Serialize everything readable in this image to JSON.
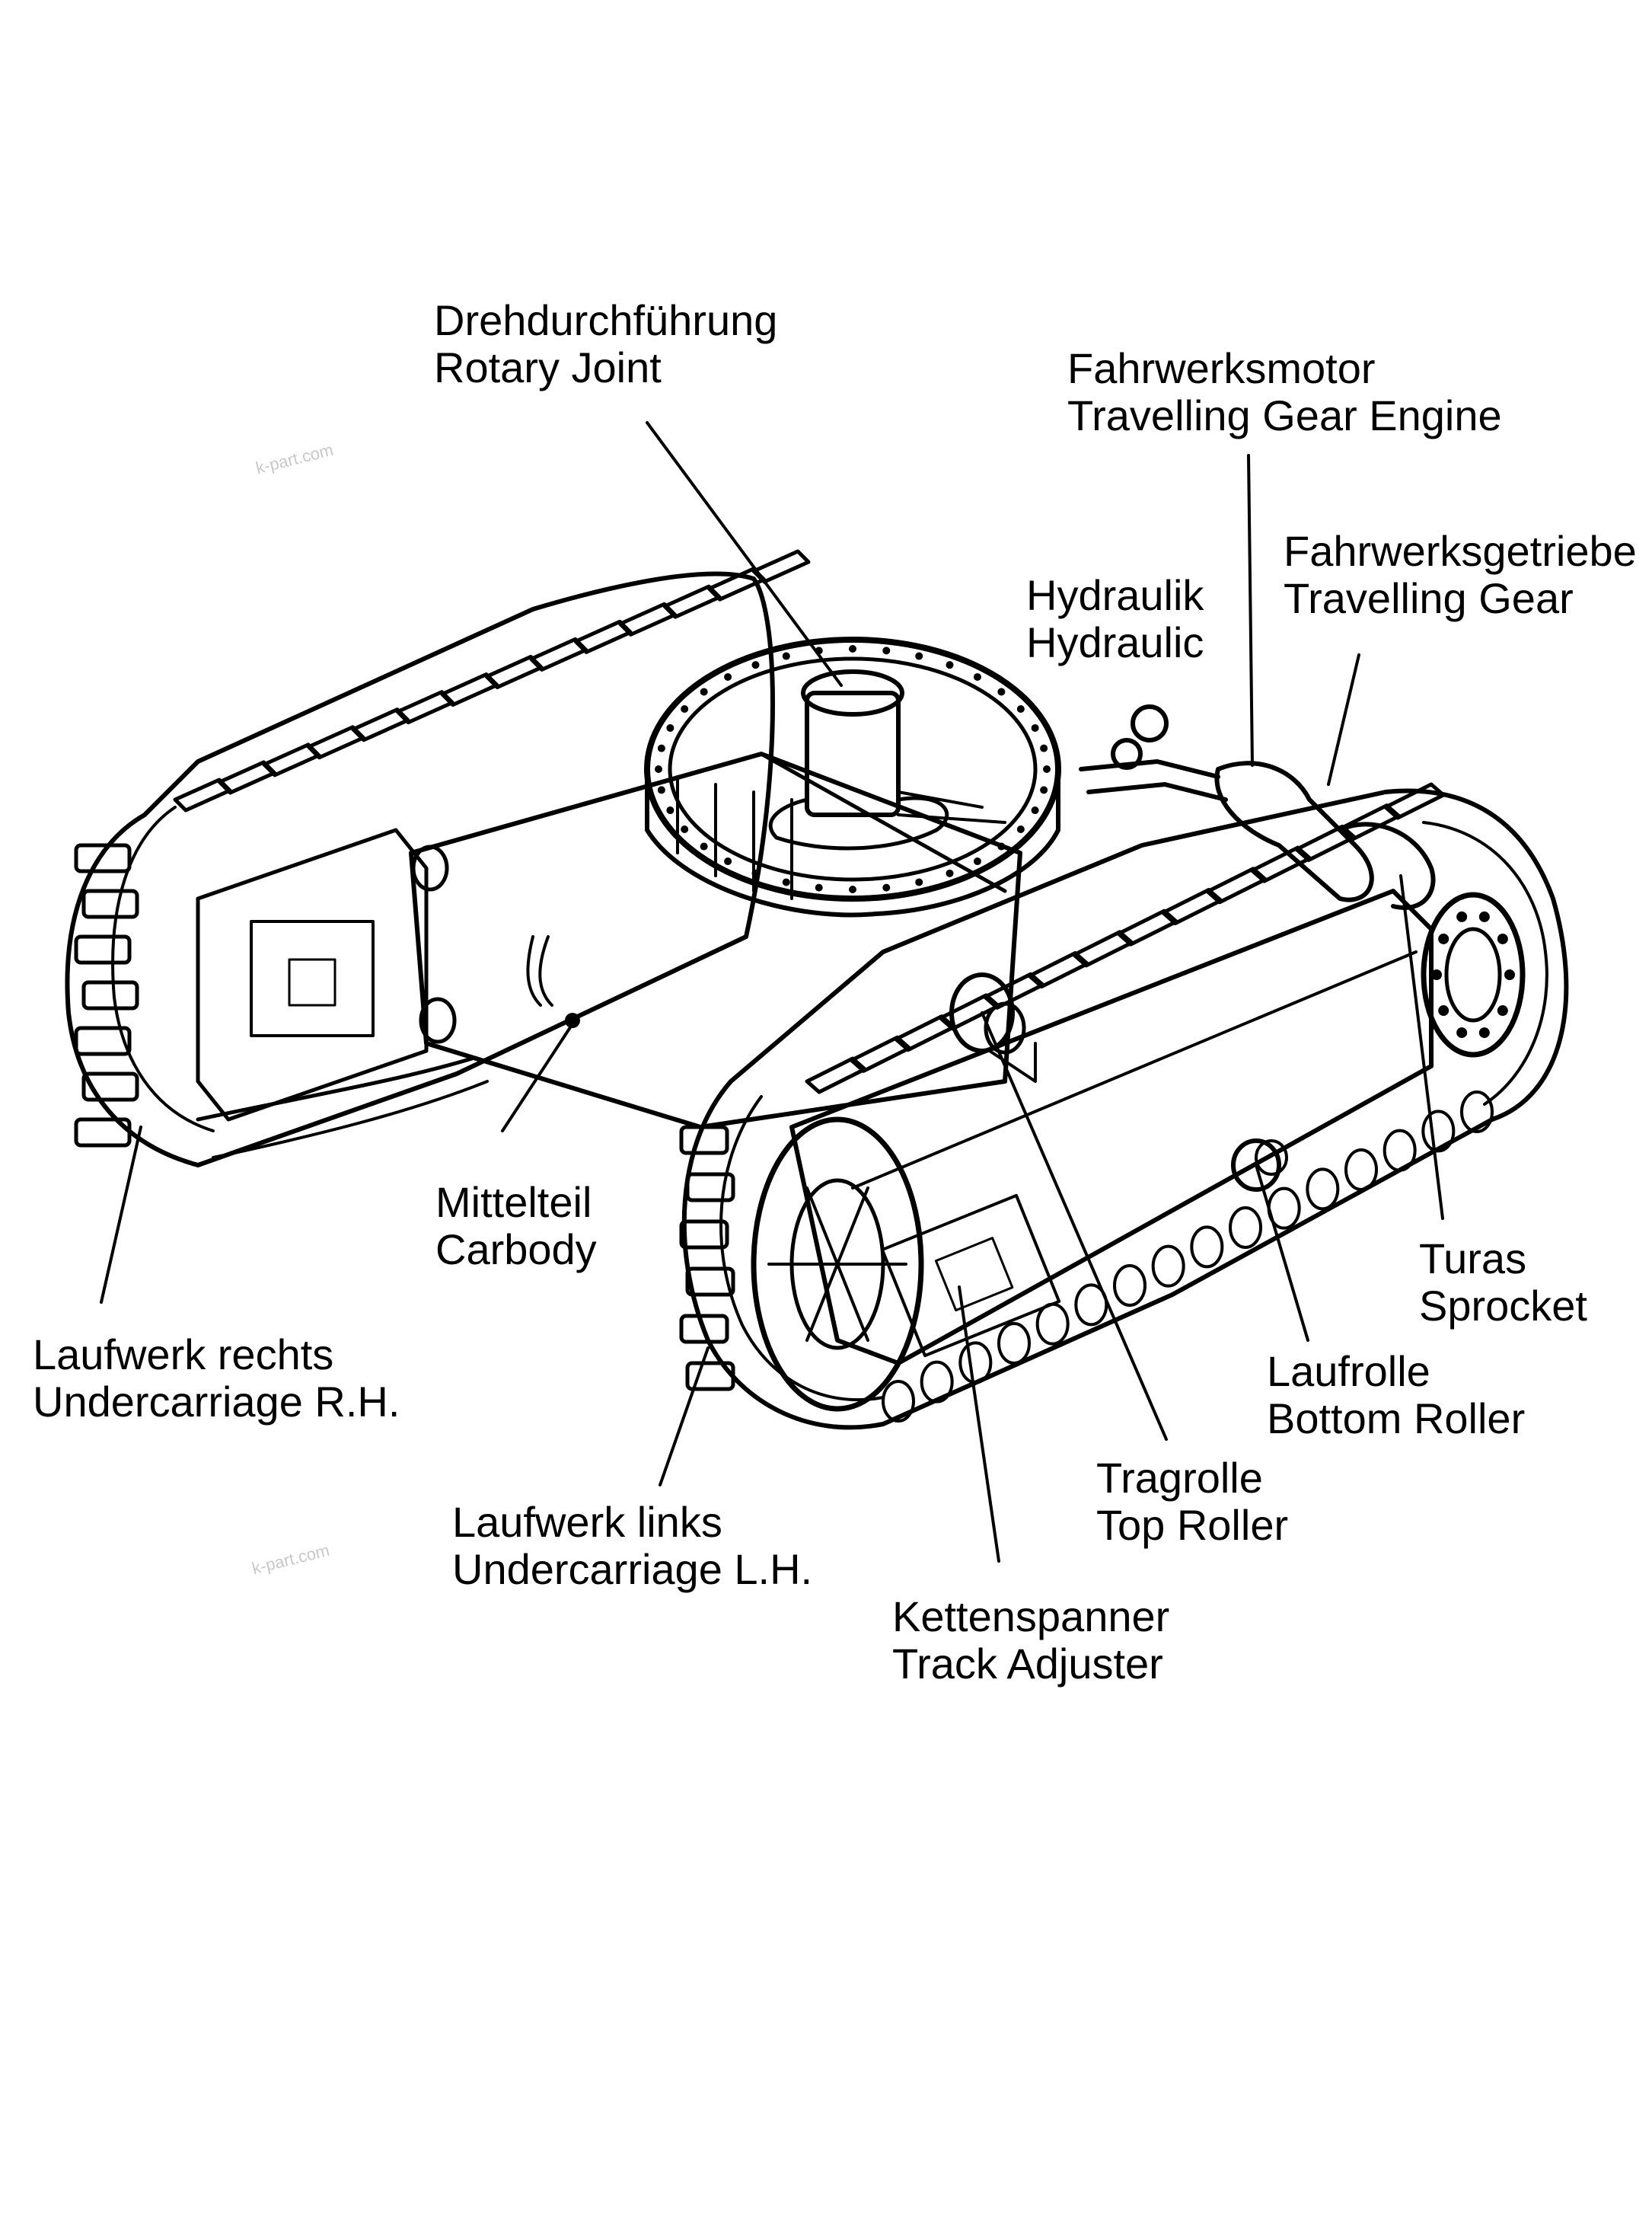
{
  "labels": {
    "rotary_joint": {
      "de": "Drehdurchführung",
      "en": "Rotary Joint"
    },
    "travelling_gear_engine": {
      "de": "Fahrwerksmotor",
      "en": "Travelling Gear Engine"
    },
    "hydraulic": {
      "de": "Hydraulik",
      "en": "Hydraulic"
    },
    "travelling_gear": {
      "de": "Fahrwerksgetriebe",
      "en": "Travelling Gear"
    },
    "carbody": {
      "de": "Mittelteil",
      "en": "Carbody"
    },
    "undercarriage_rh": {
      "de": "Laufwerk rechts",
      "en": "Undercarriage R.H."
    },
    "sprocket": {
      "de": "Turas",
      "en": "Sprocket"
    },
    "bottom_roller": {
      "de": "Laufrolle",
      "en": "Bottom Roller"
    },
    "top_roller": {
      "de": "Tragrolle",
      "en": "Top Roller"
    },
    "undercarriage_lh": {
      "de": "Laufwerk links",
      "en": "Undercarriage L.H."
    },
    "track_adjuster": {
      "de": "Kettenspanner",
      "en": "Track Adjuster"
    }
  },
  "watermark": "k-part.com"
}
